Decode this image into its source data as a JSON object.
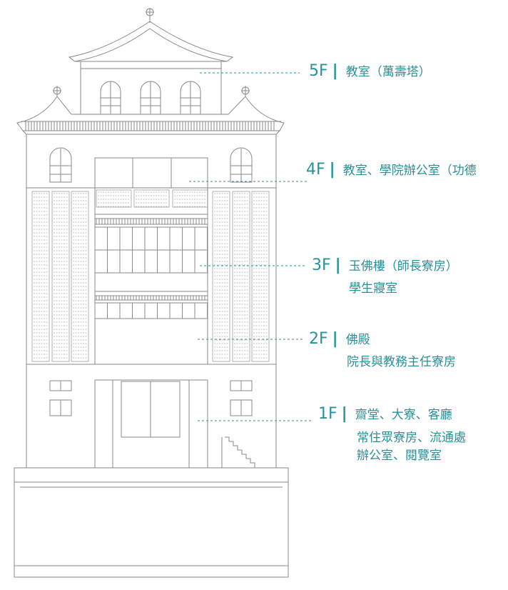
{
  "floors": [
    {
      "id": "5f",
      "level": "5F",
      "lines": [
        "教室（萬壽塔）"
      ]
    },
    {
      "id": "4f",
      "level": "4F",
      "lines": [
        "教室、學院辦公室（功德"
      ]
    },
    {
      "id": "3f",
      "level": "3F",
      "lines": [
        "玉佛樓（師長寮房）",
        "學生寢室"
      ]
    },
    {
      "id": "2f",
      "level": "2F",
      "lines": [
        "佛殿",
        "院長與教務主任寮房"
      ]
    },
    {
      "id": "1f",
      "level": "1F",
      "lines": [
        "齋堂、大寮、客廳",
        "常住眾寮房、流通處",
        "辦公室、閱覽室"
      ]
    }
  ],
  "colors": {
    "accent": "#27939a",
    "line": "#8a8a8a",
    "tile": "#7d7d7d"
  }
}
